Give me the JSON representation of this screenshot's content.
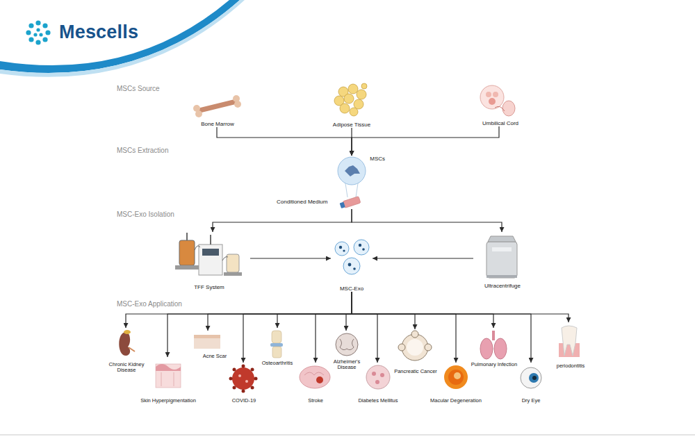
{
  "diagram": {
    "nodes": [
      {
        "text": [
          "Bone Marrow"
        ]
      },
      {
        "text": [
          "Adipose Tissue"
        ]
      },
      {
        "text": [
          "Umbilical Cord"
        ]
      },
      {
        "text": [
          "MSCs"
        ]
      },
      {
        "text": [
          "Conditioned Medium"
        ]
      },
      {
        "text": [
          "TFF System"
        ]
      },
      {
        "text": [
          "MSC-Exo"
        ]
      },
      {
        "text": [
          "Ultracentrifuge"
        ]
      },
      {
        "text": [
          "Chronic Kidney Disease"
        ]
      },
      {
        "text": [
          "Skin Hyperpigmentation"
        ]
      },
      {
        "text": [
          "Acne Scar"
        ]
      },
      {
        "text": [
          "COVID-19"
        ]
      },
      {
        "text": [
          "Osteoarthritis"
        ]
      },
      {
        "text": [
          "Stroke"
        ]
      },
      {
        "text": [
          "Alzheimer's Disease"
        ]
      },
      {
        "text": [
          "Diabetes Mellitus"
        ]
      },
      {
        "text": [
          "Pancreatic Cancer"
        ]
      },
      {
        "text": [
          "Macular Degeneration"
        ]
      },
      {
        "text": [
          "Pulmonary Infection"
        ]
      },
      {
        "text": [
          "Dry Eye"
        ]
      },
      {
        "text": [
          "periodontitis"
        ]
      }
    ],
    "edges": [
      {
        "from": 0,
        "to": 3,
        "arrow": "to"
      },
      {
        "from": 1,
        "to": 3,
        "arrow": "to"
      },
      {
        "from": 2,
        "to": 3,
        "arrow": "to"
      },
      {
        "from": 4,
        "to": 5,
        "arrow": "to"
      },
      {
        "from": 4,
        "to": 7,
        "arrow": "to"
      },
      {
        "from": 5,
        "to": 6,
        "arrow": "to"
      },
      {
        "from": 7,
        "to": 6,
        "arrow": "to"
      },
      {
        "from": 6,
        "to": 8,
        "arrow": "to"
      },
      {
        "from": 6,
        "to": 9,
        "arrow": "to"
      },
      {
        "from": 6,
        "to": 10,
        "arrow": "to"
      },
      {
        "from": 6,
        "to": 11,
        "arrow": "to"
      },
      {
        "from": 6,
        "to": 12,
        "arrow": "to"
      },
      {
        "from": 6,
        "to": 13,
        "arrow": "to"
      },
      {
        "from": 6,
        "to": 14,
        "arrow": "to"
      },
      {
        "from": 6,
        "to": 15,
        "arrow": "to"
      },
      {
        "from": 6,
        "to": 16,
        "arrow": "to"
      },
      {
        "from": 6,
        "to": 17,
        "arrow": "to"
      },
      {
        "from": 6,
        "to": 18,
        "arrow": "to"
      },
      {
        "from": 6,
        "to": 19,
        "arrow": "to"
      },
      {
        "from": 6,
        "to": 20,
        "arrow": "to"
      }
    ],
    "labels": [
      "Mescells",
      "MSCs Source",
      "MSCs Extraction",
      "MSC-Exo Isolation",
      "MSC-Exo Application"
    ]
  }
}
